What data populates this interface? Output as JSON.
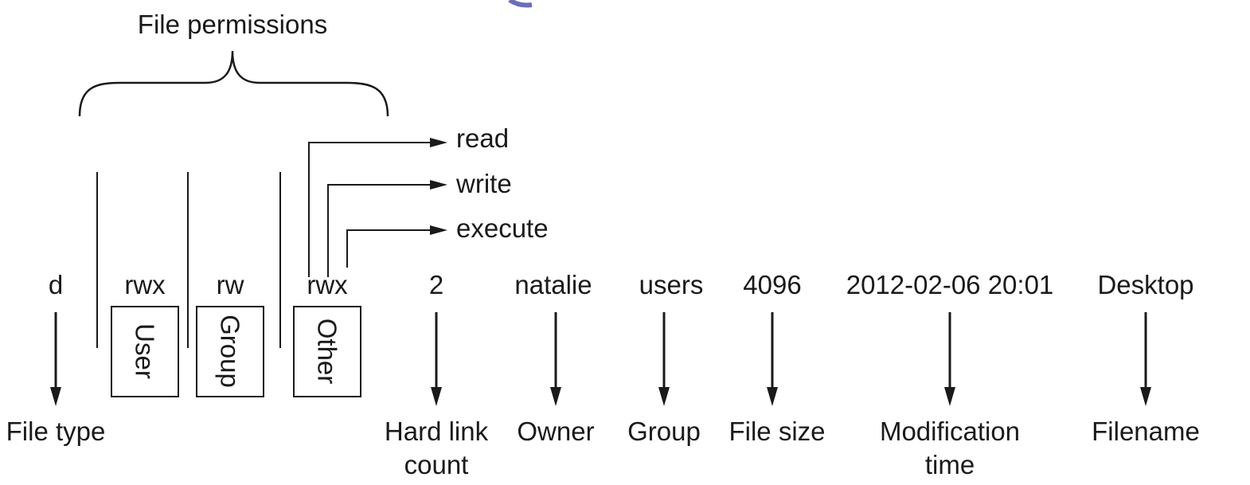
{
  "title": "File permissions",
  "permission_bits": {
    "read": "read",
    "write": "write",
    "execute": "execute"
  },
  "listing": {
    "file_type": "d",
    "user_perms": "rwx",
    "group_perms": "rw",
    "other_perms": "rwx",
    "hard_links": "2",
    "owner": "natalie",
    "group": "users",
    "size": "4096",
    "mtime": "2012-02-06 20:01",
    "filename": "Desktop"
  },
  "boxes": {
    "user": "User",
    "group": "Group",
    "other": "Other"
  },
  "labels": {
    "file_type": "File type",
    "hard_link_1": "Hard link",
    "hard_link_2": "count",
    "owner": "Owner",
    "group": "Group",
    "file_size": "File size",
    "mtime_1": "Modification",
    "mtime_2": "time",
    "filename": "Filename"
  }
}
